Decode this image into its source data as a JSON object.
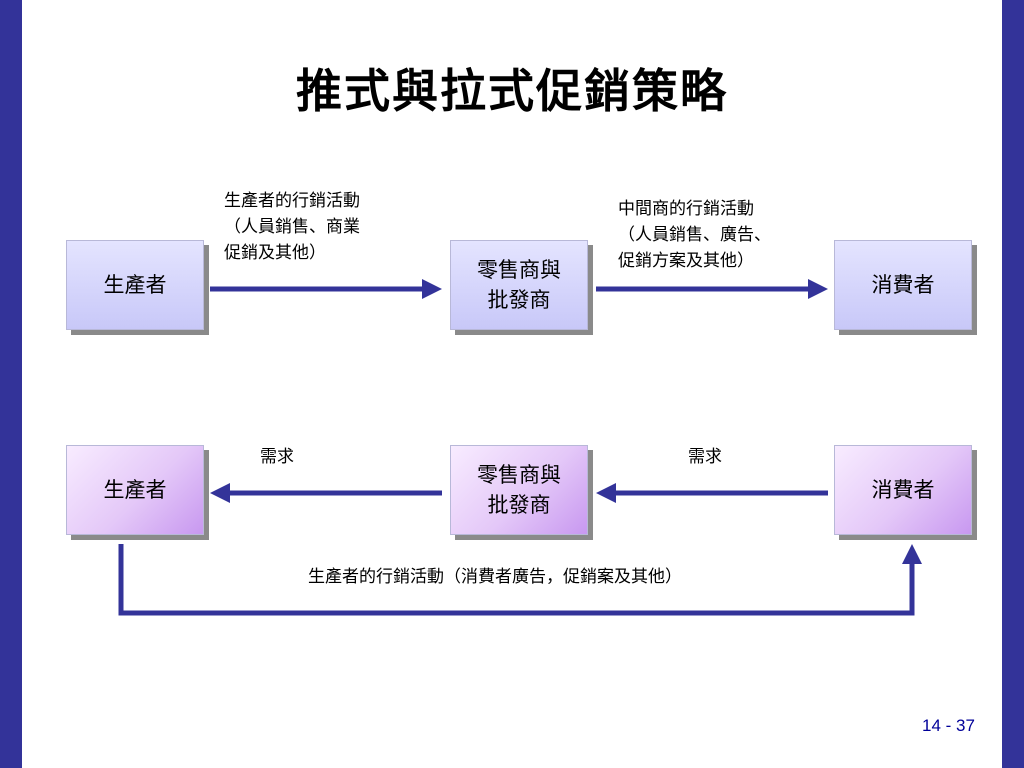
{
  "title": "推式與拉式促銷策略",
  "push": {
    "producer": "生產者",
    "retailer": "零售商與\n批發商",
    "consumer": "消費者",
    "producer_activity": "生產者的行銷活動\n（人員銷售、商業\n促銷及其他）",
    "intermediary_activity": "中間商的行銷活動\n（人員銷售、廣告、\n促銷方案及其他）"
  },
  "pull": {
    "producer": "生產者",
    "retailer": "零售商與\n批發商",
    "consumer": "消費者",
    "demand_left": "需求",
    "demand_right": "需求",
    "producer_activity": "生產者的行銷活動（消費者廣告，促銷案及其他）"
  },
  "page_number": "14 - 37",
  "colors": {
    "border": "#333399",
    "arrow": "#333399",
    "push_box": "#d4d4fc",
    "pull_box": "#e4c8f8",
    "page_number": "#000099"
  }
}
